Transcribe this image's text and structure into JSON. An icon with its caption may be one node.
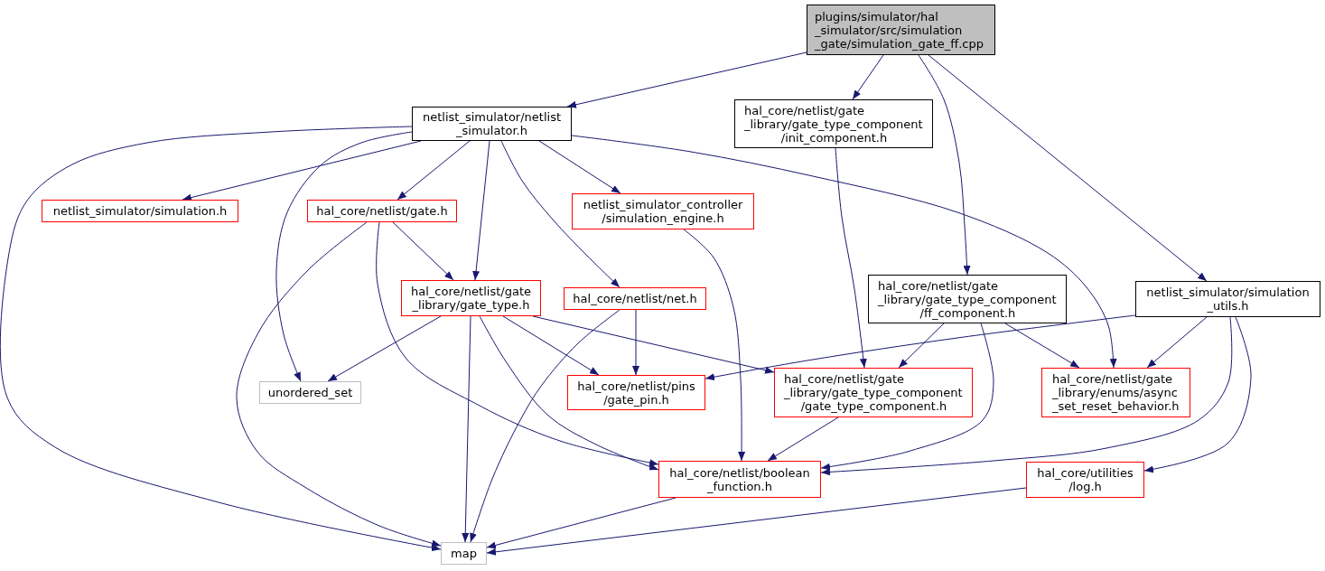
{
  "diagram": {
    "nodes": [
      {
        "text": [
          "plugins/simulator/hal _simulator/src/simulation _gate/simulation_gate_ff.cpp"
        ]
      },
      {
        "text": [
          "netlist_simulator/netlist _simulator.h"
        ]
      },
      {
        "text": [
          "hal_core/netlist/gate _library/gate_type_component /init_component.h"
        ]
      },
      {
        "text": [
          "netlist_simulator/simulation.h"
        ]
      },
      {
        "text": [
          "hal_core/netlist/gate.h"
        ]
      },
      {
        "text": [
          "netlist_simulator_controller /simulation_engine.h"
        ]
      },
      {
        "text": [
          "hal_core/netlist/gate _library/gate_type.h"
        ]
      },
      {
        "text": [
          "hal_core/netlist/net.h"
        ]
      },
      {
        "text": [
          "hal_core/netlist/gate _library/gate_type_component /ff_component.h"
        ]
      },
      {
        "text": [
          "netlist_simulator/simulation _utils.h"
        ]
      },
      {
        "text": [
          "unordered_set"
        ]
      },
      {
        "text": [
          "hal_core/netlist/pins /gate_pin.h"
        ]
      },
      {
        "text": [
          "hal_core/netlist/gate _library/gate_type_component /gate_type_component.h"
        ]
      },
      {
        "text": [
          "hal_core/netlist/gate _library/enums/async _set_reset_behavior.h"
        ]
      },
      {
        "text": [
          "hal_core/netlist/boolean _function.h"
        ]
      },
      {
        "text": [
          "hal_core/utilities /log.h"
        ]
      },
      {
        "text": [
          "map"
        ]
      }
    ],
    "edges": [
      {
        "from": 0,
        "to": 1,
        "arrow": "to"
      },
      {
        "from": 0,
        "to": 2,
        "arrow": "to"
      },
      {
        "from": 0,
        "to": 8,
        "arrow": "to"
      },
      {
        "from": 0,
        "to": 9,
        "arrow": "to"
      },
      {
        "from": 1,
        "to": 16,
        "arrow": "to"
      },
      {
        "from": 1,
        "to": 3,
        "arrow": "to"
      },
      {
        "from": 1,
        "to": 10,
        "arrow": "to"
      },
      {
        "from": 1,
        "to": 4,
        "arrow": "to"
      },
      {
        "from": 1,
        "to": 6,
        "arrow": "to"
      },
      {
        "from": 1,
        "to": 7,
        "arrow": "to"
      },
      {
        "from": 1,
        "to": 5,
        "arrow": "to"
      },
      {
        "from": 1,
        "to": 13,
        "arrow": "to"
      },
      {
        "from": 2,
        "to": 12,
        "arrow": "to"
      },
      {
        "from": 4,
        "to": 16,
        "arrow": "to"
      },
      {
        "from": 4,
        "to": 14,
        "arrow": "to"
      },
      {
        "from": 4,
        "to": 6,
        "arrow": "to"
      },
      {
        "from": 5,
        "to": 14,
        "arrow": "to"
      },
      {
        "from": 6,
        "to": 10,
        "arrow": "to"
      },
      {
        "from": 6,
        "to": 16,
        "arrow": "to"
      },
      {
        "from": 6,
        "to": 14,
        "arrow": "to"
      },
      {
        "from": 6,
        "to": 11,
        "arrow": "to"
      },
      {
        "from": 6,
        "to": 12,
        "arrow": "to"
      },
      {
        "from": 7,
        "to": 16,
        "arrow": "to"
      },
      {
        "from": 7,
        "to": 11,
        "arrow": "to"
      },
      {
        "from": 8,
        "to": 12,
        "arrow": "to"
      },
      {
        "from": 8,
        "to": 14,
        "arrow": "to"
      },
      {
        "from": 8,
        "to": 13,
        "arrow": "to"
      },
      {
        "from": 9,
        "to": 11,
        "arrow": "to"
      },
      {
        "from": 9,
        "to": 13,
        "arrow": "to"
      },
      {
        "from": 9,
        "to": 14,
        "arrow": "to"
      },
      {
        "from": 9,
        "to": 15,
        "arrow": "to"
      },
      {
        "from": 12,
        "to": 14,
        "arrow": "to"
      },
      {
        "from": 14,
        "to": 16,
        "arrow": "to"
      },
      {
        "from": 15,
        "to": 16,
        "arrow": "to"
      }
    ]
  }
}
